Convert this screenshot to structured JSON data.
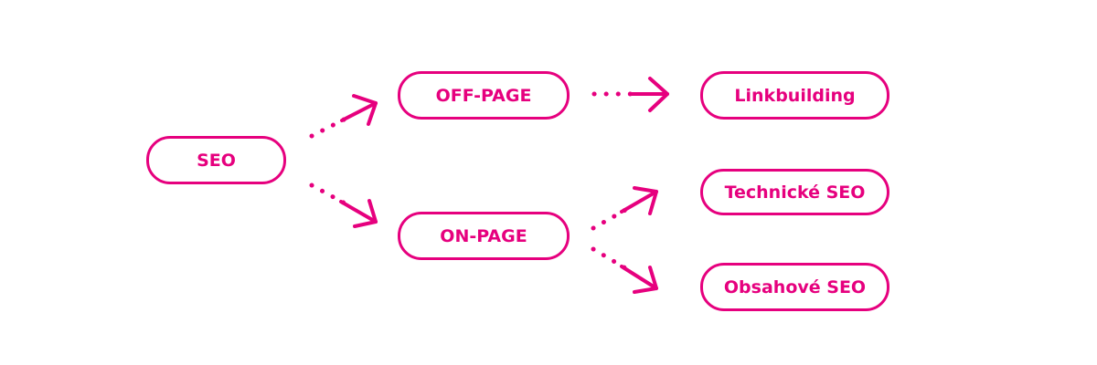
{
  "diagram": {
    "accent_color": "#e6007e",
    "nodes": {
      "seo": "SEO",
      "off_page": "OFF-PAGE",
      "on_page": "ON-PAGE",
      "linkbuilding": "Linkbuilding",
      "technical_seo": "Technické SEO",
      "content_seo": "Obsahové SEO"
    },
    "edges": [
      {
        "from": "seo",
        "to": "off_page"
      },
      {
        "from": "seo",
        "to": "on_page"
      },
      {
        "from": "off_page",
        "to": "linkbuilding"
      },
      {
        "from": "on_page",
        "to": "technical_seo"
      },
      {
        "from": "on_page",
        "to": "content_seo"
      }
    ]
  }
}
